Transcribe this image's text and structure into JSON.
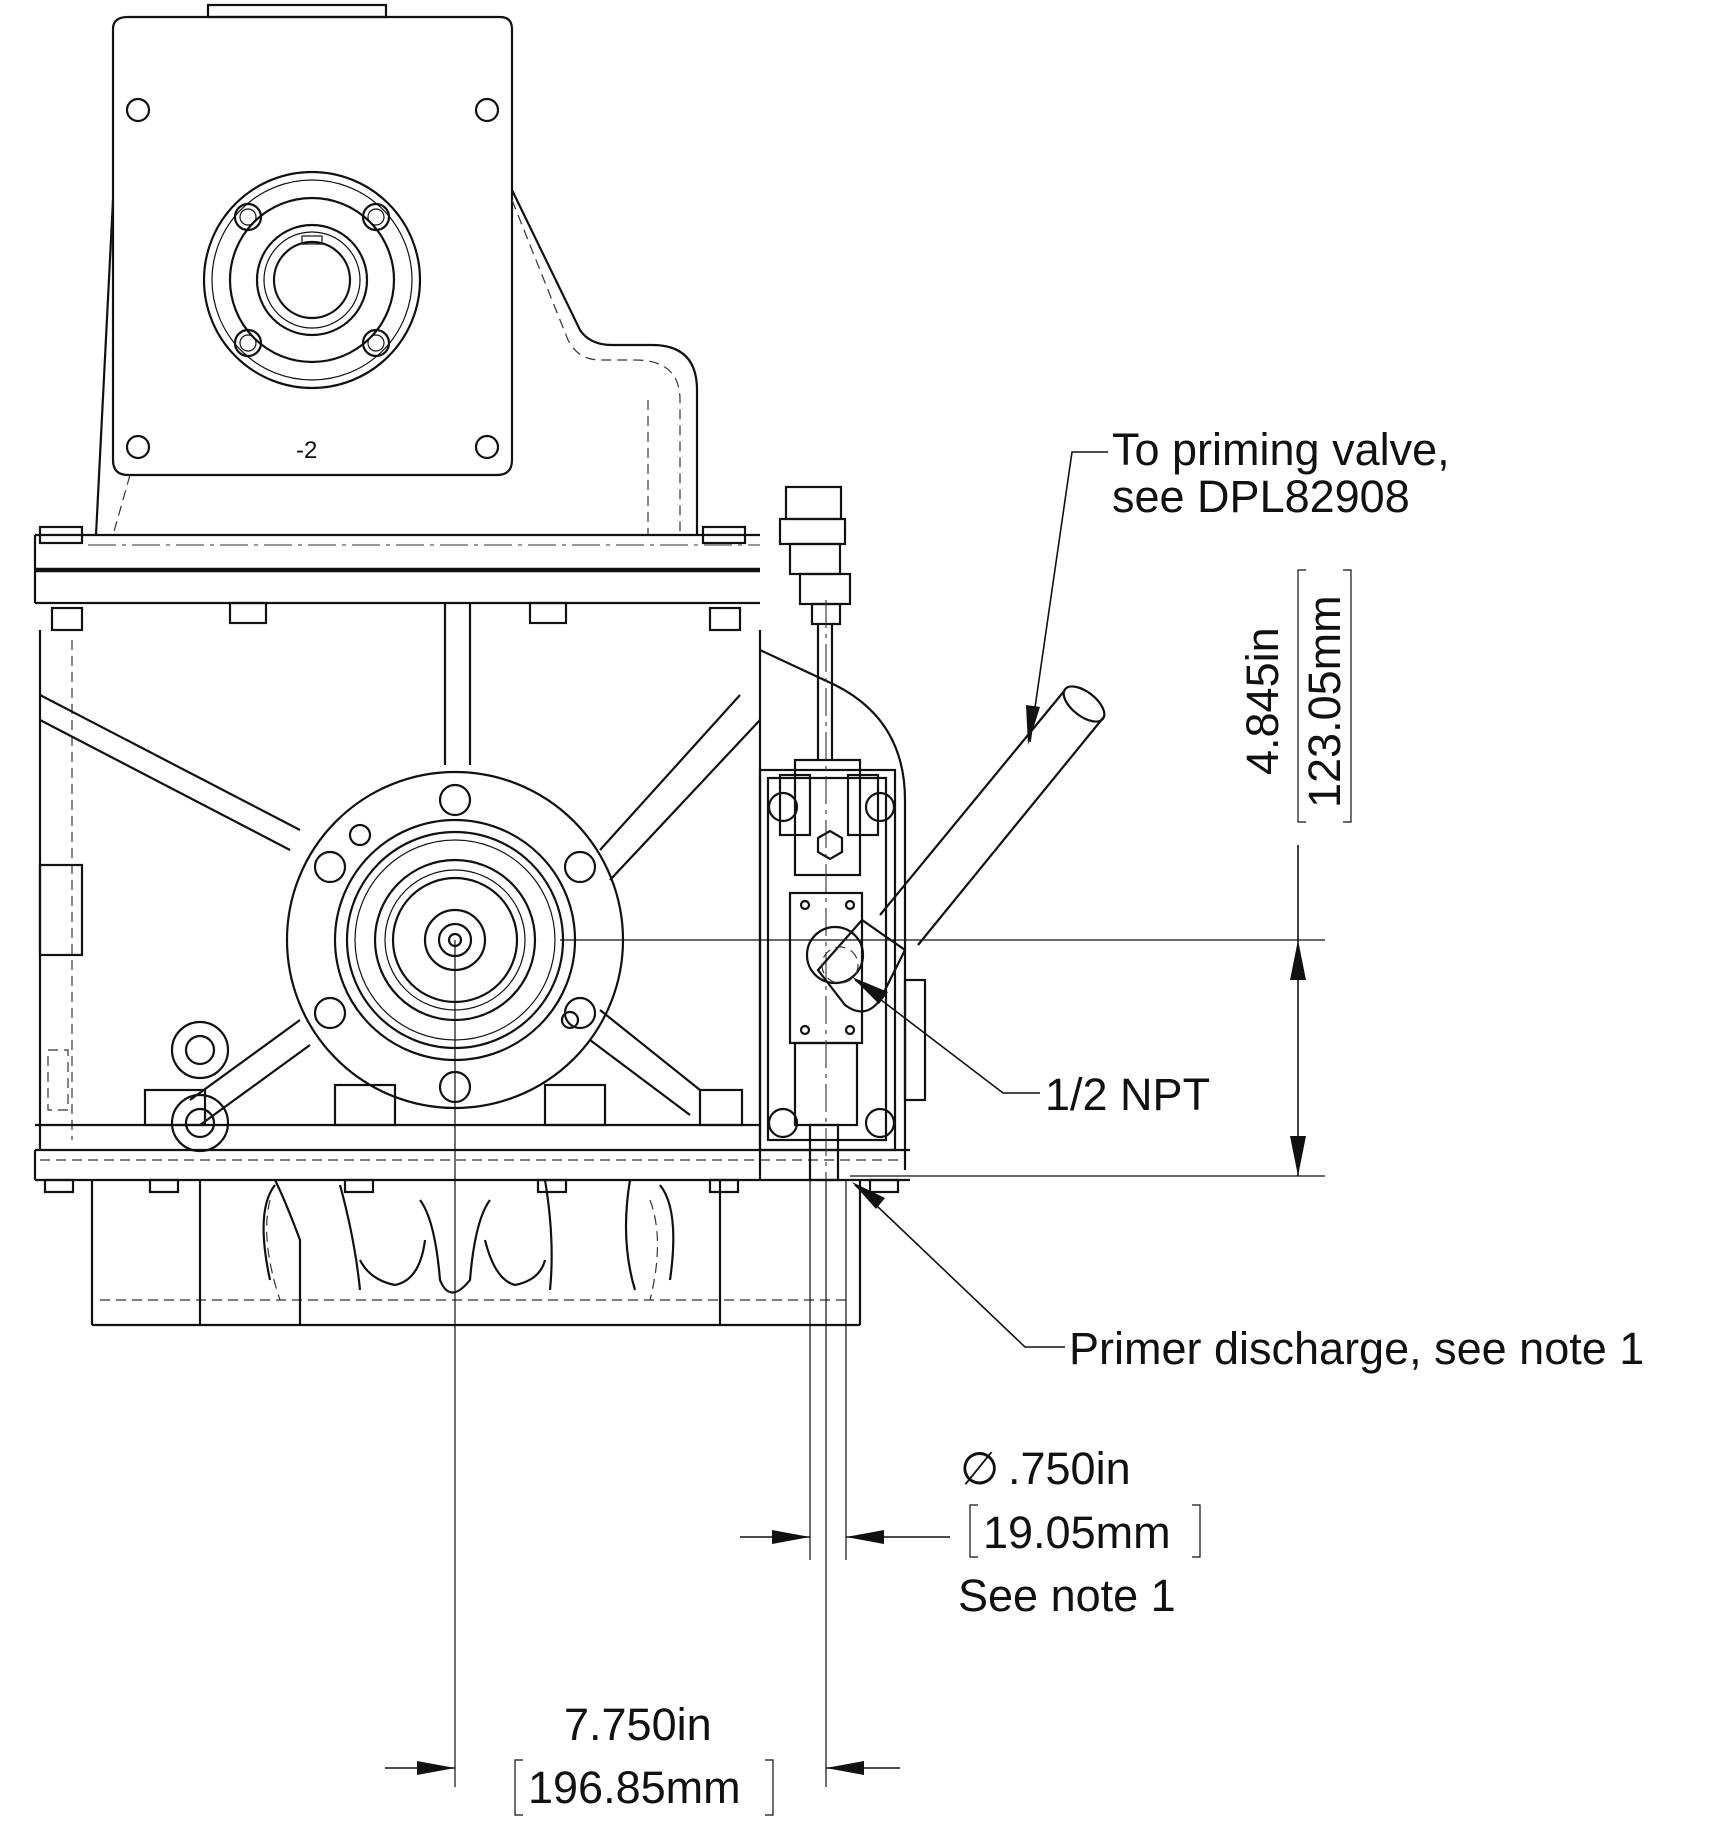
{
  "part_marking": "-2",
  "callouts": {
    "priming_valve": {
      "line1": "To priming valve,",
      "line2": "see DPL82908"
    },
    "npt": "1/2 NPT",
    "primer_discharge": "Primer discharge, see note 1"
  },
  "dimensions": {
    "vertical": {
      "inches": "4.845in",
      "mm": "123.05mm"
    },
    "diameter": {
      "symbol": "∅",
      "inches": ".750in",
      "mm": "19.05mm",
      "note": "See note 1"
    },
    "horizontal": {
      "inches": "7.750in",
      "mm": "196.85mm"
    }
  },
  "colors": {
    "line": "#111111",
    "background": "#ffffff"
  }
}
